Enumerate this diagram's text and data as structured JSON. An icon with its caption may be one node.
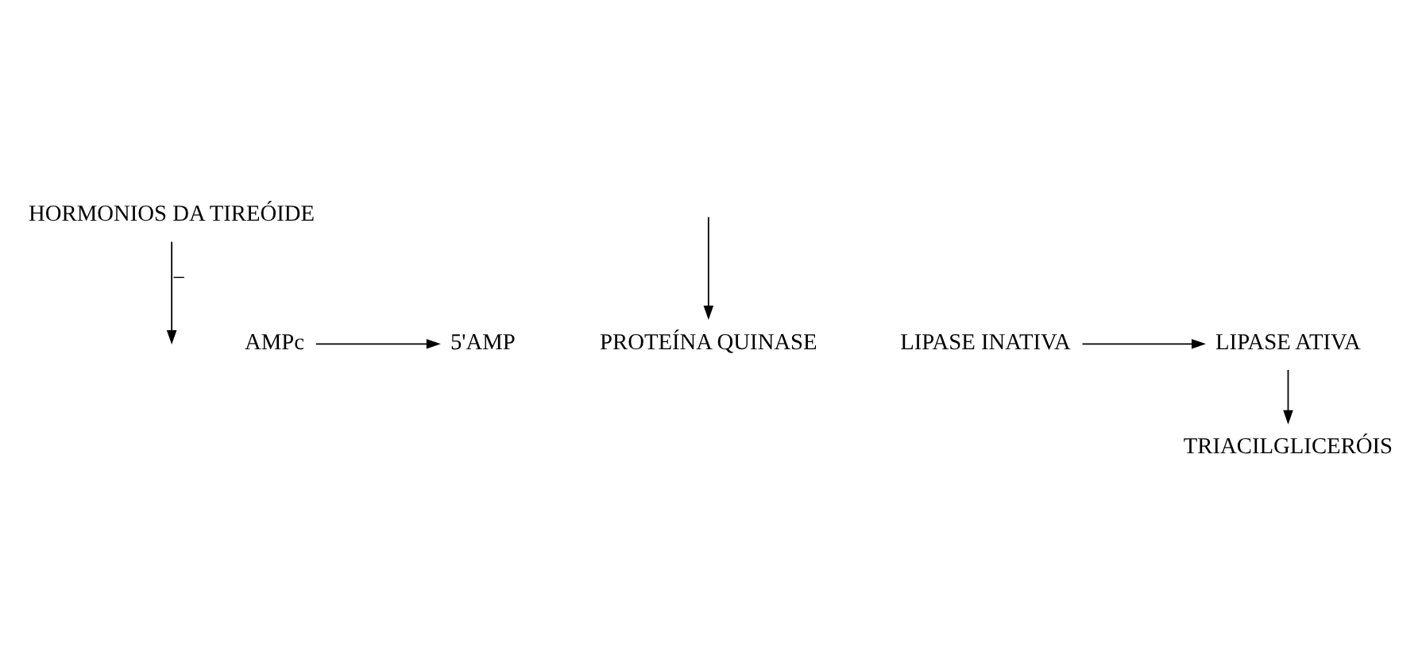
{
  "diagram": {
    "nodes": [
      {
        "text": [
          "HORMONIOS DA TIREÓIDE"
        ]
      },
      {
        "text": [
          "AMPc"
        ]
      },
      {
        "text": [
          "5'AMP"
        ]
      },
      {
        "text": [
          "PROTEÍNA QUINASE"
        ]
      },
      {
        "text": [
          "LIPASE ATIVA"
        ]
      },
      {
        "text": [
          "LIPASE INATIVA"
        ]
      },
      {
        "text": [
          "TRIACILGLICERÓIS"
        ]
      }
    ],
    "edges": [
      {
        "from": 0,
        "to": null,
        "arrow": "to",
        "label": "−"
      },
      {
        "from": 1,
        "to": 2,
        "arrow": "to"
      },
      {
        "from": null,
        "to": 3,
        "arrow": "to"
      },
      {
        "from": 5,
        "to": 4,
        "arrow": "to"
      },
      {
        "from": 4,
        "to": 6,
        "arrow": "to"
      }
    ]
  }
}
